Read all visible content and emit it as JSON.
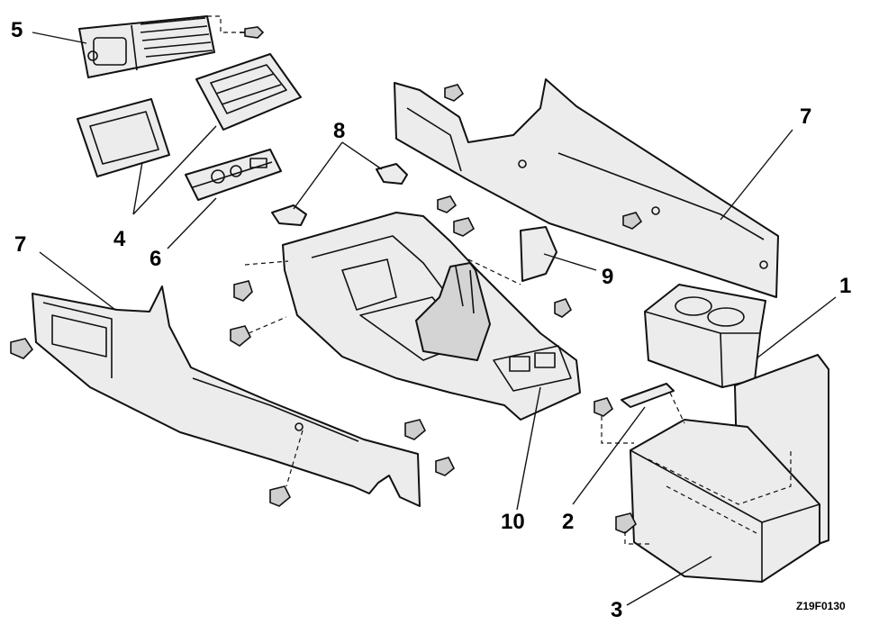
{
  "callouts": [
    "5",
    "4",
    "6",
    "7",
    "8",
    "7",
    "9",
    "1",
    "10",
    "2",
    "3"
  ],
  "drawing_code": "Z19F0130"
}
